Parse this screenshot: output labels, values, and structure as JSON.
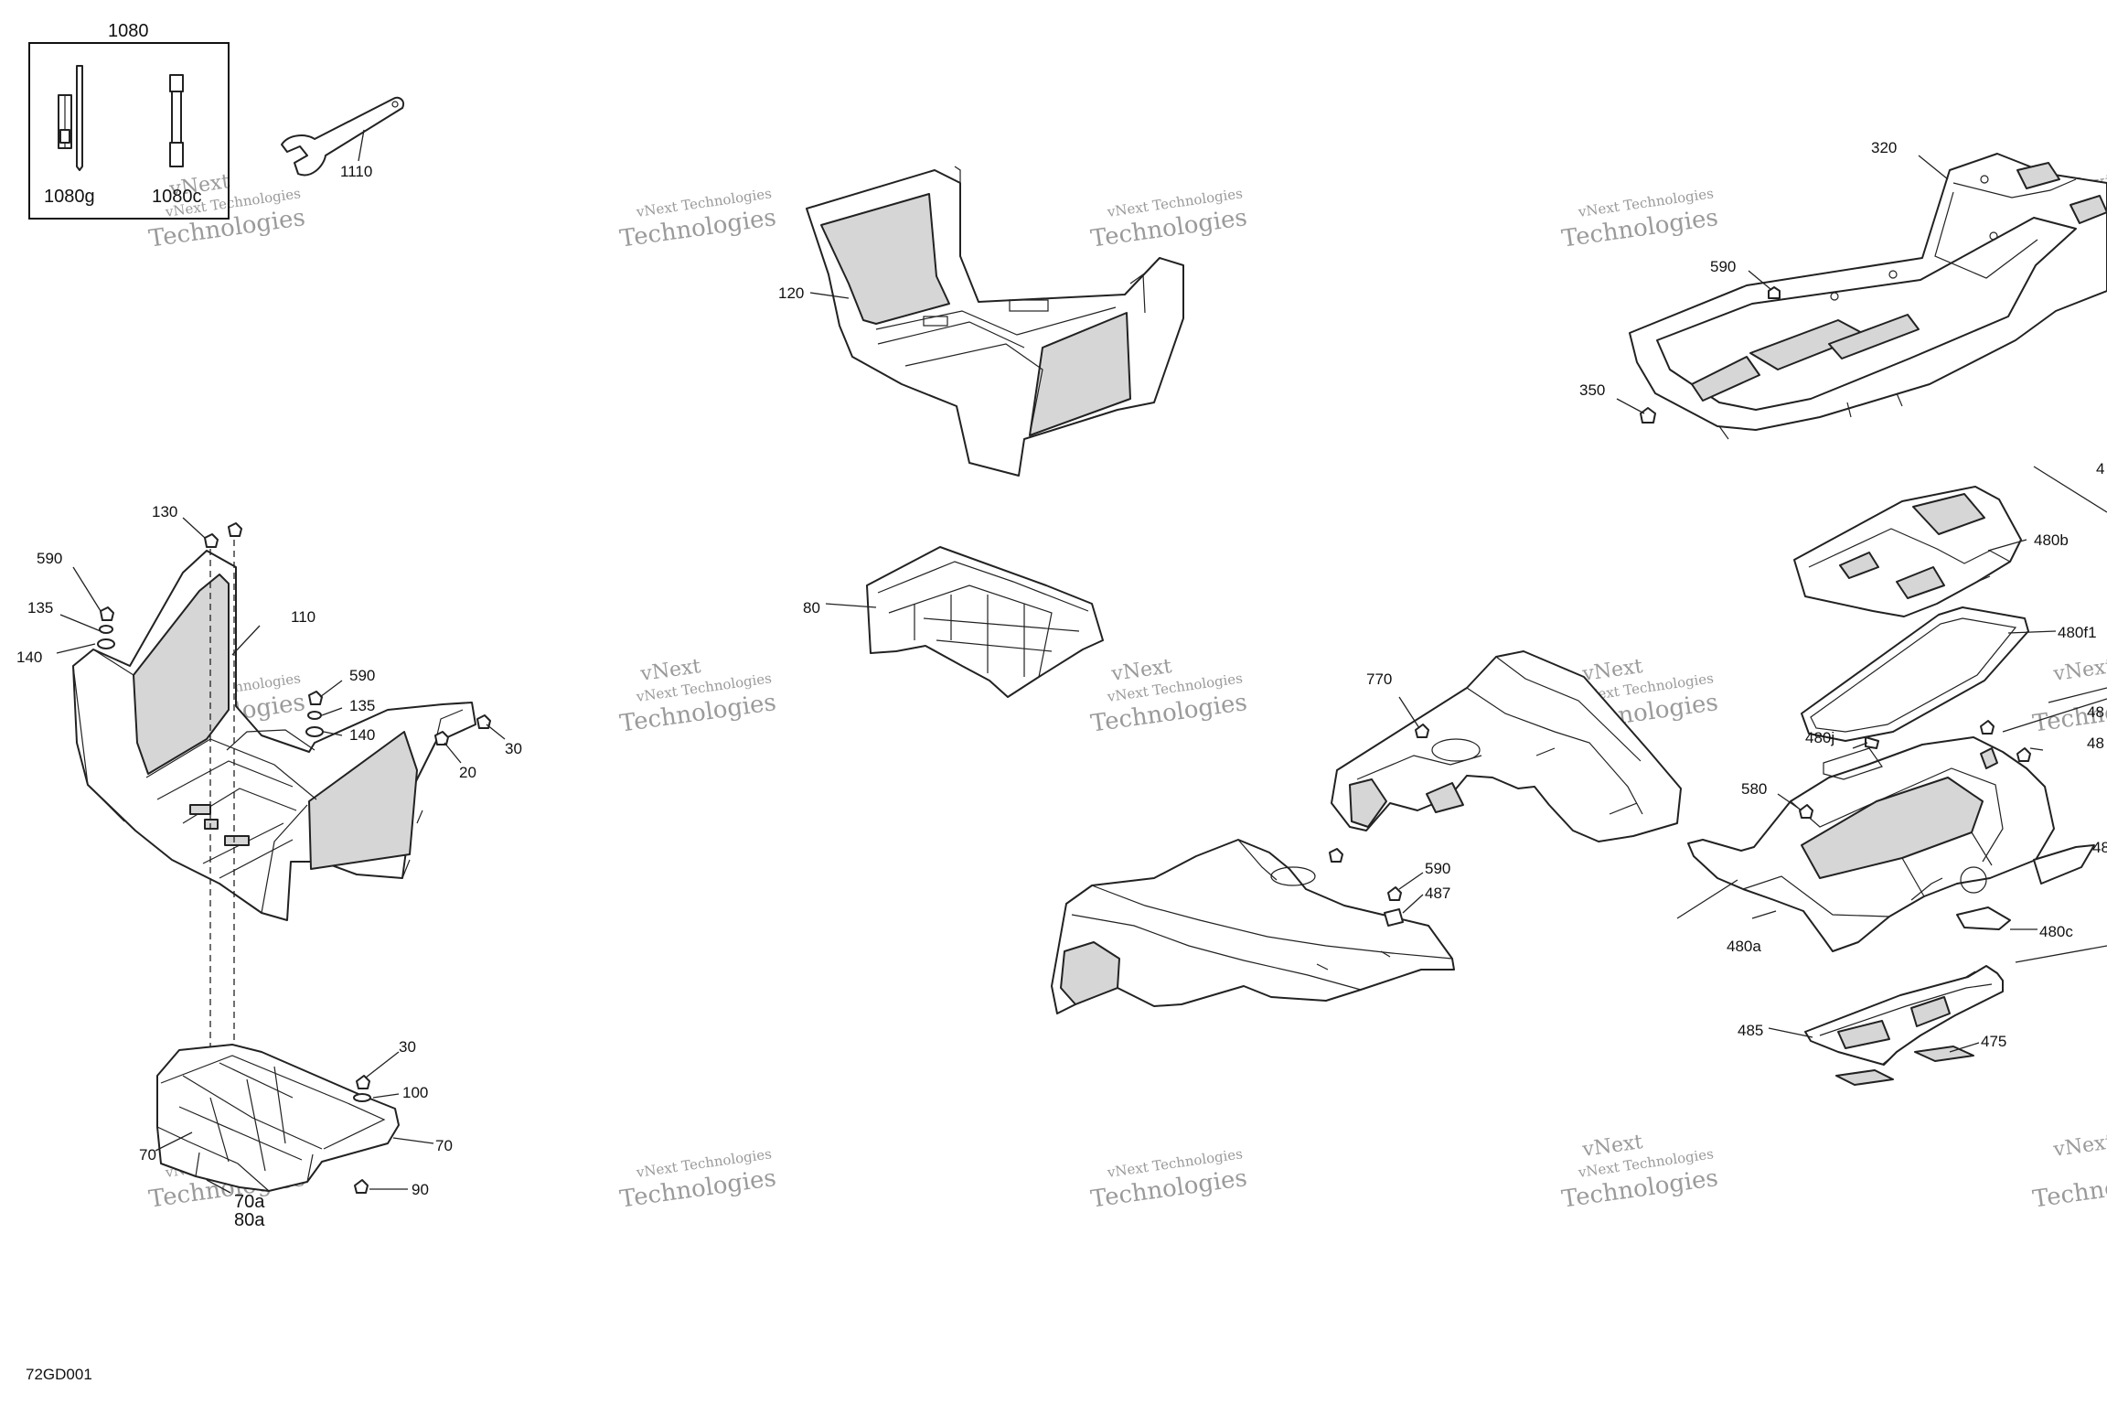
{
  "drawing_id": "72GD001",
  "watermark_line1": "vNext Technologies",
  "watermark_line2": "Technologies",
  "watermark_line3": "vNext",
  "labels": {
    "l1080": "1080",
    "l1080g": "1080g",
    "l1080c": "1080c",
    "l1110": "1110",
    "l120": "120",
    "l80": "80",
    "l320": "320",
    "l590_rack": "590",
    "l350": "350",
    "l130": "130",
    "l590_left": "590",
    "l135_left": "135",
    "l140_left": "140",
    "l110": "110",
    "l590_mid": "590",
    "l135_mid": "135",
    "l140_mid": "140",
    "l30_right": "30",
    "l20": "20",
    "l30_floor": "30",
    "l100": "100",
    "l70_right": "70",
    "l70_left": "70",
    "l90": "90",
    "l70a": "70a",
    "l80a": "80a",
    "l770": "770",
    "l590_fender": "590",
    "l487": "487",
    "l480b": "480b",
    "l480f1": "480f1",
    "l480j": "480j",
    "l480_cut1": "48",
    "l480_cut2": "48",
    "l480_cut3": "48",
    "l4_cut": "4",
    "l580": "580",
    "l480a": "480a",
    "l480c": "480c",
    "l485": "485",
    "l475": "475"
  }
}
